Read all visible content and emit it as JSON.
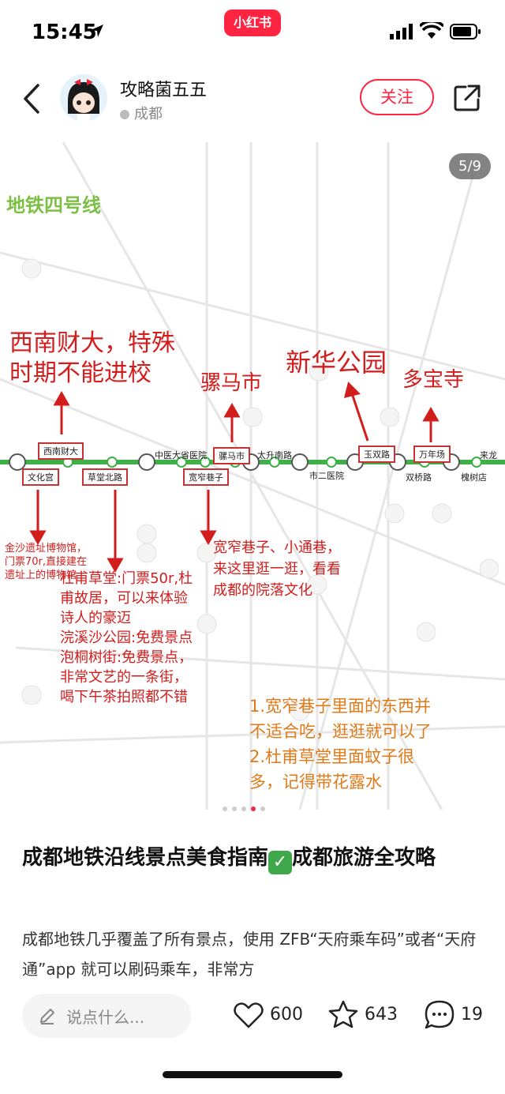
{
  "status_bar": {
    "time": "15:45",
    "brand": "小红书"
  },
  "header": {
    "author": "攻略菌五五",
    "location": "成都",
    "follow_label": "关注"
  },
  "image": {
    "counter": "5/9",
    "line_title": "地铁四号线",
    "annotations": {
      "swufe": "西南财大，特殊\n时期不能进校",
      "luomashi": "骡马市",
      "xinhua": "新华公园",
      "duobao": "多宝寺",
      "jinsha": "金沙遗址博物馆，\n门票70r,直接建在\n遗址上的博物馆",
      "dufu": "杜甫草堂:门票50r,杜\n甫故居，可以来体验\n诗人的豪迈\n浣溪沙公园:免费景点\n泡桐树街:免费景点，\n非常文艺的一条街，\n喝下午茶拍照都不错",
      "kuanzhai": "宽窄巷子、小通巷，\n来这里逛一逛，看看\n成都的院落文化",
      "tips": "1.宽窄巷子里面的东西并\n不适合吃，逛逛就可以了\n2.杜甫草堂里面蚊子很\n多，记得带花露水"
    },
    "stations_boxed": [
      "西南财大",
      "文化宫",
      "草堂北路",
      "宽窄巷子",
      "骡马市",
      "玉双路",
      "万年场"
    ],
    "stations_plain": [
      "中医大省医院",
      "太升南路",
      "市二医院",
      "双桥路",
      "槐树店",
      "来龙"
    ]
  },
  "post": {
    "title": "成都地铁沿线景点美食指南",
    "title_check": "✓",
    "title_suffix": "成都旅游全攻略",
    "body": "成都地铁几乎覆盖了所有景点，使用 ZFB“天府乘车码”或者“天府通”app 就可以刷码乘车，非常方"
  },
  "bottom_bar": {
    "comment_placeholder": "说点什么...",
    "likes": "600",
    "collects": "643",
    "comments": "19"
  },
  "colors": {
    "brand": "#ff2442",
    "line4": "#3fb048",
    "annotation_red": "#d21d1d",
    "tips_orange": "#e07a18"
  }
}
